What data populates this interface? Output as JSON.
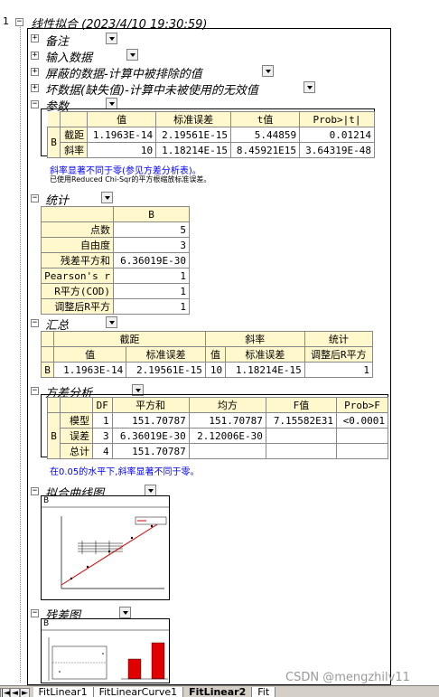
{
  "root": {
    "line_no": "1",
    "title": "线性拟合 (2023/4/10 19:30:59)"
  },
  "nodes": {
    "notes": "备注",
    "input": "输入数据",
    "masked": "屏蔽的数据-计算中被排除的值",
    "bad": "坏数据(缺失值)-计算中未被使用的无效值",
    "params": "参数",
    "stats": "统计",
    "summary": "汇总",
    "anova": "方差分析",
    "fitcurve": "拟合曲线图",
    "resid": "残差图"
  },
  "params": {
    "headers": [
      "值",
      "标准误差",
      "t值",
      "Prob>|t|"
    ],
    "group": "B",
    "rows": [
      {
        "label": "截距",
        "cells": [
          "1.1963E-14",
          "2.19561E-15",
          "5.44859",
          "0.01214"
        ]
      },
      {
        "label": "斜率",
        "cells": [
          "10",
          "1.18214E-15",
          "8.45921E15",
          "3.64319E-48"
        ]
      }
    ],
    "note1": "斜率显著不同于零(参见方差分析表)。",
    "note2": "已使用Reduced Chi-Sqr的平方根缩放标准误差。"
  },
  "stats": {
    "header": "B",
    "rows": [
      {
        "label": "点数",
        "value": "5"
      },
      {
        "label": "自由度",
        "value": "3"
      },
      {
        "label": "残差平方和",
        "value": "6.36019E-30"
      },
      {
        "label": "Pearson's r",
        "value": "1"
      },
      {
        "label": "R平方(COD)",
        "value": "1"
      },
      {
        "label": "调整后R平方",
        "value": "1"
      }
    ]
  },
  "summary": {
    "groups": [
      "截距",
      "斜率",
      "统计"
    ],
    "subheaders": [
      "值",
      "标准误差",
      "值",
      "标准误差",
      "调整后R平方"
    ],
    "rowlabel": "B",
    "cells": [
      "1.1963E-14",
      "2.19561E-15",
      "10",
      "1.18214E-15",
      "1"
    ]
  },
  "anova": {
    "headers": [
      "DF",
      "平方和",
      "均方",
      "F值",
      "Prob>F"
    ],
    "group": "B",
    "rows": [
      {
        "label": "模型",
        "cells": [
          "1",
          "151.70787",
          "151.70787",
          "7.15582E31",
          "<0.0001"
        ]
      },
      {
        "label": "误差",
        "cells": [
          "3",
          "6.36019E-30",
          "2.12006E-30",
          "",
          ""
        ]
      },
      {
        "label": "总计",
        "cells": [
          "4",
          "151.70787",
          "",
          "",
          ""
        ]
      }
    ],
    "note": "在0.05的水平下,斜率显著不同于零。"
  },
  "fitplot": {
    "label": "B"
  },
  "residplot": {
    "label": "B"
  },
  "tabs": {
    "nav1": "|◄",
    "nav2": "◄",
    "nav3": "►",
    "t1": "FitLinear1",
    "t2": "FitLinearCurve1",
    "t3": "FitLinear2",
    "t4": "Fit"
  },
  "watermark": "CSDN @mengzhilv11"
}
